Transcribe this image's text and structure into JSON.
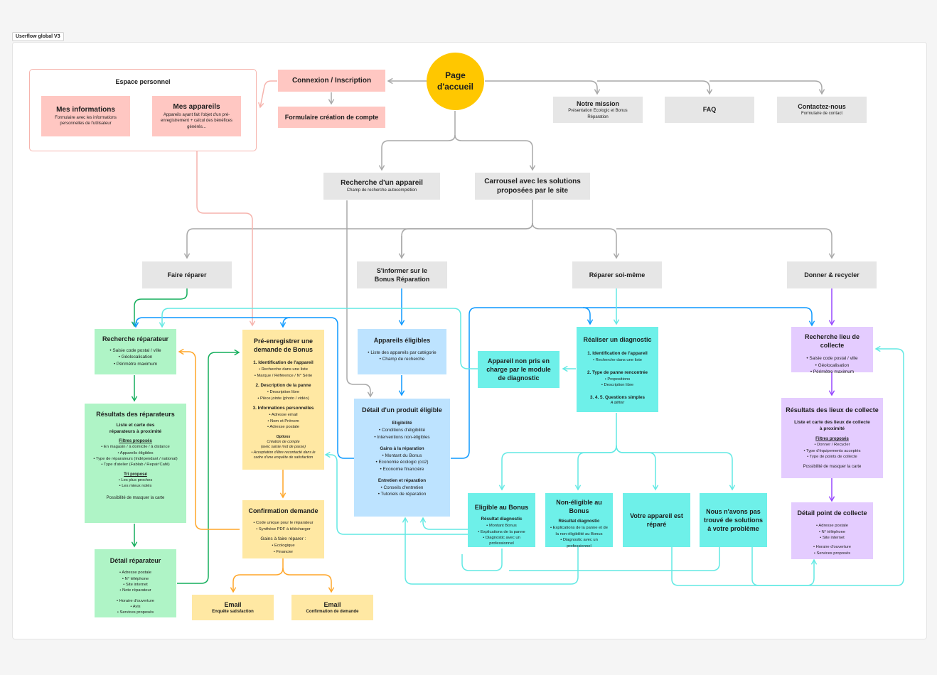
{
  "frame_tag": "Userflow global V3",
  "home": "Page d'accueil",
  "personal": {
    "title": "Espace personnel",
    "info_title": "Mes informations",
    "info_desc": "Formulaire avec les informations personnelles de l'utilisateur",
    "devices_title": "Mes appareils",
    "devices_desc": "Appareils ayant fait l'objet d'un pré-enregistrement + calcul des bénéfices générés..."
  },
  "login": "Connexion / Inscription",
  "account_form": "Formulaire création de compte",
  "mission": {
    "title": "Notre mission",
    "desc": "Présentation Ecologic et Bonus Réparation"
  },
  "faq": "FAQ",
  "contact": {
    "title": "Contactez-nous",
    "desc": "Formulaire de contact"
  },
  "search_device": {
    "title": "Recherche d'un appareil",
    "desc": "Champ de recherche autocomplétion"
  },
  "carousel": "Carrousel avec les solutions proposées par le site",
  "cat_repair": "Faire réparer",
  "cat_info": "S'informer sur le Bonus Réparation",
  "cat_diy": "Réparer soi-même",
  "cat_donate": "Donner & recycler",
  "search_repairer": {
    "title": "Recherche réparateur",
    "items": [
      "Saisie code postal / ville",
      "Géolocalisation",
      "Périmètre maximum"
    ]
  },
  "results_repairer": {
    "title": "Résultats des réparateurs",
    "subtitle": "Liste et carte des réparateurs à proximité",
    "filters_title": "Filtres proposés",
    "filters": [
      "En magasin / à domicile / à distance",
      "Appareils éligibles",
      "Type de réparateurs (Indépendant / national)",
      "Type d'atelier (Fablab / Repair'Café)"
    ],
    "sort_title": "Tri proposé",
    "sort": [
      "Les plus proches",
      "Les mieux notés"
    ],
    "hide": "Possibilité de masquer la carte"
  },
  "detail_repairer": {
    "title": "Détail réparateur",
    "items1": [
      "Adresse postale",
      "N° téléphone",
      "Site internet",
      "Note réparateur"
    ],
    "items2": [
      "Horaire d'ouverture",
      "Avis",
      "Services proposés"
    ]
  },
  "prereg": {
    "title": "Pré-enregistrer une demande de Bonus",
    "s1": "1. Identification de l'appareil",
    "s1_items": [
      "Recherche dans une liste",
      "Marque / Référence / N° Série"
    ],
    "s2": "2. Description de la panne",
    "s2_items": [
      "Description libre",
      "Pièce jointe (photo / vidéo)"
    ],
    "s3": "3. Informations personnelles",
    "s3_items": [
      "Adresse email",
      "Nom et Prénom",
      "Adresse postale"
    ],
    "options_title": "Options",
    "options_1": "Création de compte",
    "options_2": "(avec saisie mot de passe)",
    "options_3": "• Acceptation d'être recontacté dans le cadre d'une enquête de satisfaction"
  },
  "confirm": {
    "title": "Confirmation demande",
    "items": [
      "Code unique pour le réparateur",
      "Synthèse PDF à télécharger"
    ],
    "gains_title": "Gains à faire réparer :",
    "gains": [
      "Ecologique",
      "Financier"
    ]
  },
  "email1": {
    "title": "Email",
    "desc": "Enquête satisfaction"
  },
  "email2": {
    "title": "Email",
    "desc": "Confirmation de demande"
  },
  "eligible_devices": {
    "title": "Appareils éligibles",
    "items": [
      "Liste des appareils par catégorie",
      "Champ de recherche"
    ]
  },
  "product_detail": {
    "title": "Détail d'un produit éligible",
    "s1": "Eligibilité",
    "s1_items": [
      "Conditions d'éligibilité",
      "Interventions non-éligibles"
    ],
    "s2": "Gains à la réparation",
    "s2_items": [
      "Montant du Bonus",
      "Economie écologic (co2)",
      "Economie financière"
    ],
    "s3": "Entretien et réparation",
    "s3_items": [
      "Conseils d'entretien",
      "Tutoriels de réparation"
    ]
  },
  "not_supported": "Appareil non pris en charge par le module de diagnostic",
  "diagnostic": {
    "title": "Réaliser un diagnostic",
    "s1": "1. Identification de l'appareil",
    "s1_items": [
      "Recherche dans une liste"
    ],
    "s2": "2. Type de panne rencontrée",
    "s2_items": [
      "Propositions",
      "Description libre"
    ],
    "s3": "3. 4. 5. Questions simples",
    "s3_note": "A définir"
  },
  "eligible_bonus": {
    "title": "Eligible au Bonus",
    "sub": "Résultat diagnostic",
    "items": [
      "Montant Bonus",
      "Explications de la panne",
      "Diagnostic avec un professionnel"
    ]
  },
  "not_eligible": {
    "title": "Non-éligible au Bonus",
    "sub": "Résultat diagnostic",
    "items": [
      "Explications de la panne et de la non-éligibilité au Bonus",
      "Diagnostic avec un professionnel"
    ]
  },
  "repaired": "Votre appareil est réparé",
  "no_solution": "Nous n'avons pas trouvé de solutions à votre problème",
  "search_collect": {
    "title": "Recherche lieu de collecte",
    "items": [
      "Saisie code postal / ville",
      "Géolocalisation",
      "Périmètre maximum"
    ]
  },
  "results_collect": {
    "title": "Résultats des lieux de collecte",
    "subtitle": "Liste et carte des lieux de collecte à proximité",
    "filters_title": "Filtres proposés",
    "filters": [
      "Donner / Recycler",
      "Type d'équipements acceptés",
      "Type de points de collecte"
    ],
    "hide": "Possibilité de masquer la carte"
  },
  "detail_collect": {
    "title": "Détail point de collecte",
    "items1": [
      "Adresse postale",
      "N° téléphone",
      "Site internet"
    ],
    "items2": [
      "Horaire d'ouverture",
      "Services proposés"
    ]
  },
  "colors": {
    "grey": "#e6e6e6",
    "pink": "#ffc7c2",
    "green": "#aff4c6",
    "yellow": "#ffe8a3",
    "blue": "#bde3ff",
    "cyan": "#6ef0e9",
    "violet": "#e4ccff",
    "home": "#ffc700",
    "wire_grey": "#a8a8a8",
    "wire_pink": "#f6b4ad",
    "wire_green": "#14ae5c",
    "wire_orange": "#ffa629",
    "wire_blue": "#0d99ff",
    "wire_cyan": "#62e9e4",
    "wire_violet": "#9747ff"
  }
}
